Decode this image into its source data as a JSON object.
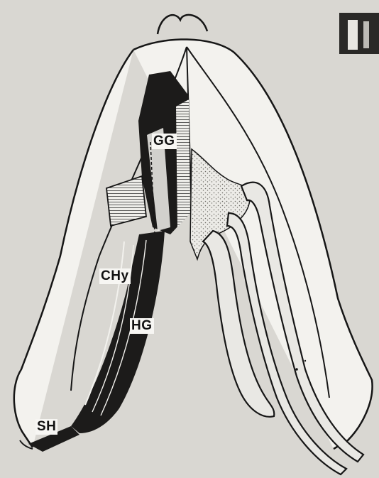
{
  "labels": {
    "gg": "GG",
    "chy": "CHy",
    "hg": "HG",
    "sh": "SH"
  },
  "colors": {
    "background": "#d9d7d2",
    "ink": "#161616",
    "paper": "#f3f2ee",
    "stipple": "#cfcdc8"
  }
}
